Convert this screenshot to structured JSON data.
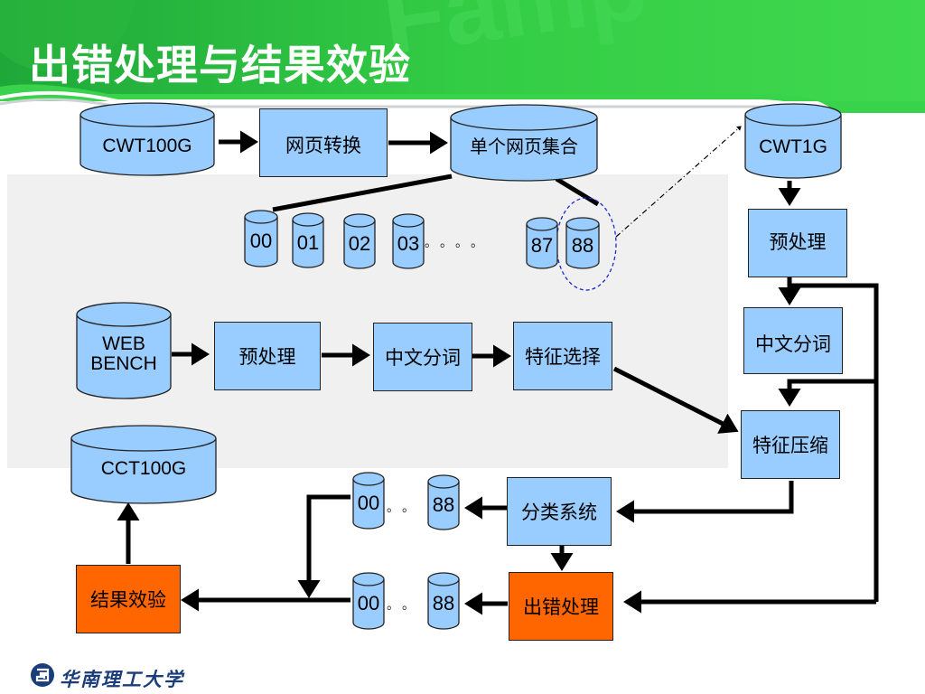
{
  "title": "出错处理与结果效验",
  "databases": {
    "cwt100g": "CWT100G",
    "single": "单个网页集合",
    "cwt1g": "CWT1G",
    "webbench": "WEB\nBENCH",
    "cct100g": "CCT100G"
  },
  "partitions": {
    "p00": "00",
    "p01": "01",
    "p02": "02",
    "p03": "03",
    "p87": "87",
    "p88": "88",
    "ellipsis": "。。。。"
  },
  "result_cyls": {
    "cls_a": "00",
    "cls_b": "88",
    "cls_dots": "。。",
    "err_a": "00",
    "err_b": "88",
    "err_dots": "。。"
  },
  "boxes": {
    "convert": "网页转换",
    "preprocess_right": "预处理",
    "segment_right": "中文分词",
    "compress": "特征压缩",
    "preprocess_mid": "预处理",
    "segment_mid": "中文分词",
    "feature_select": "特征选择",
    "classify": "分类系统",
    "error_handle": "出错处理",
    "verify": "结果效验"
  },
  "footer": "华南理工大学",
  "colors": {
    "box_fill": "#99ccff",
    "highlight_fill": "#ff6600",
    "banner_green": "#33cc44"
  }
}
